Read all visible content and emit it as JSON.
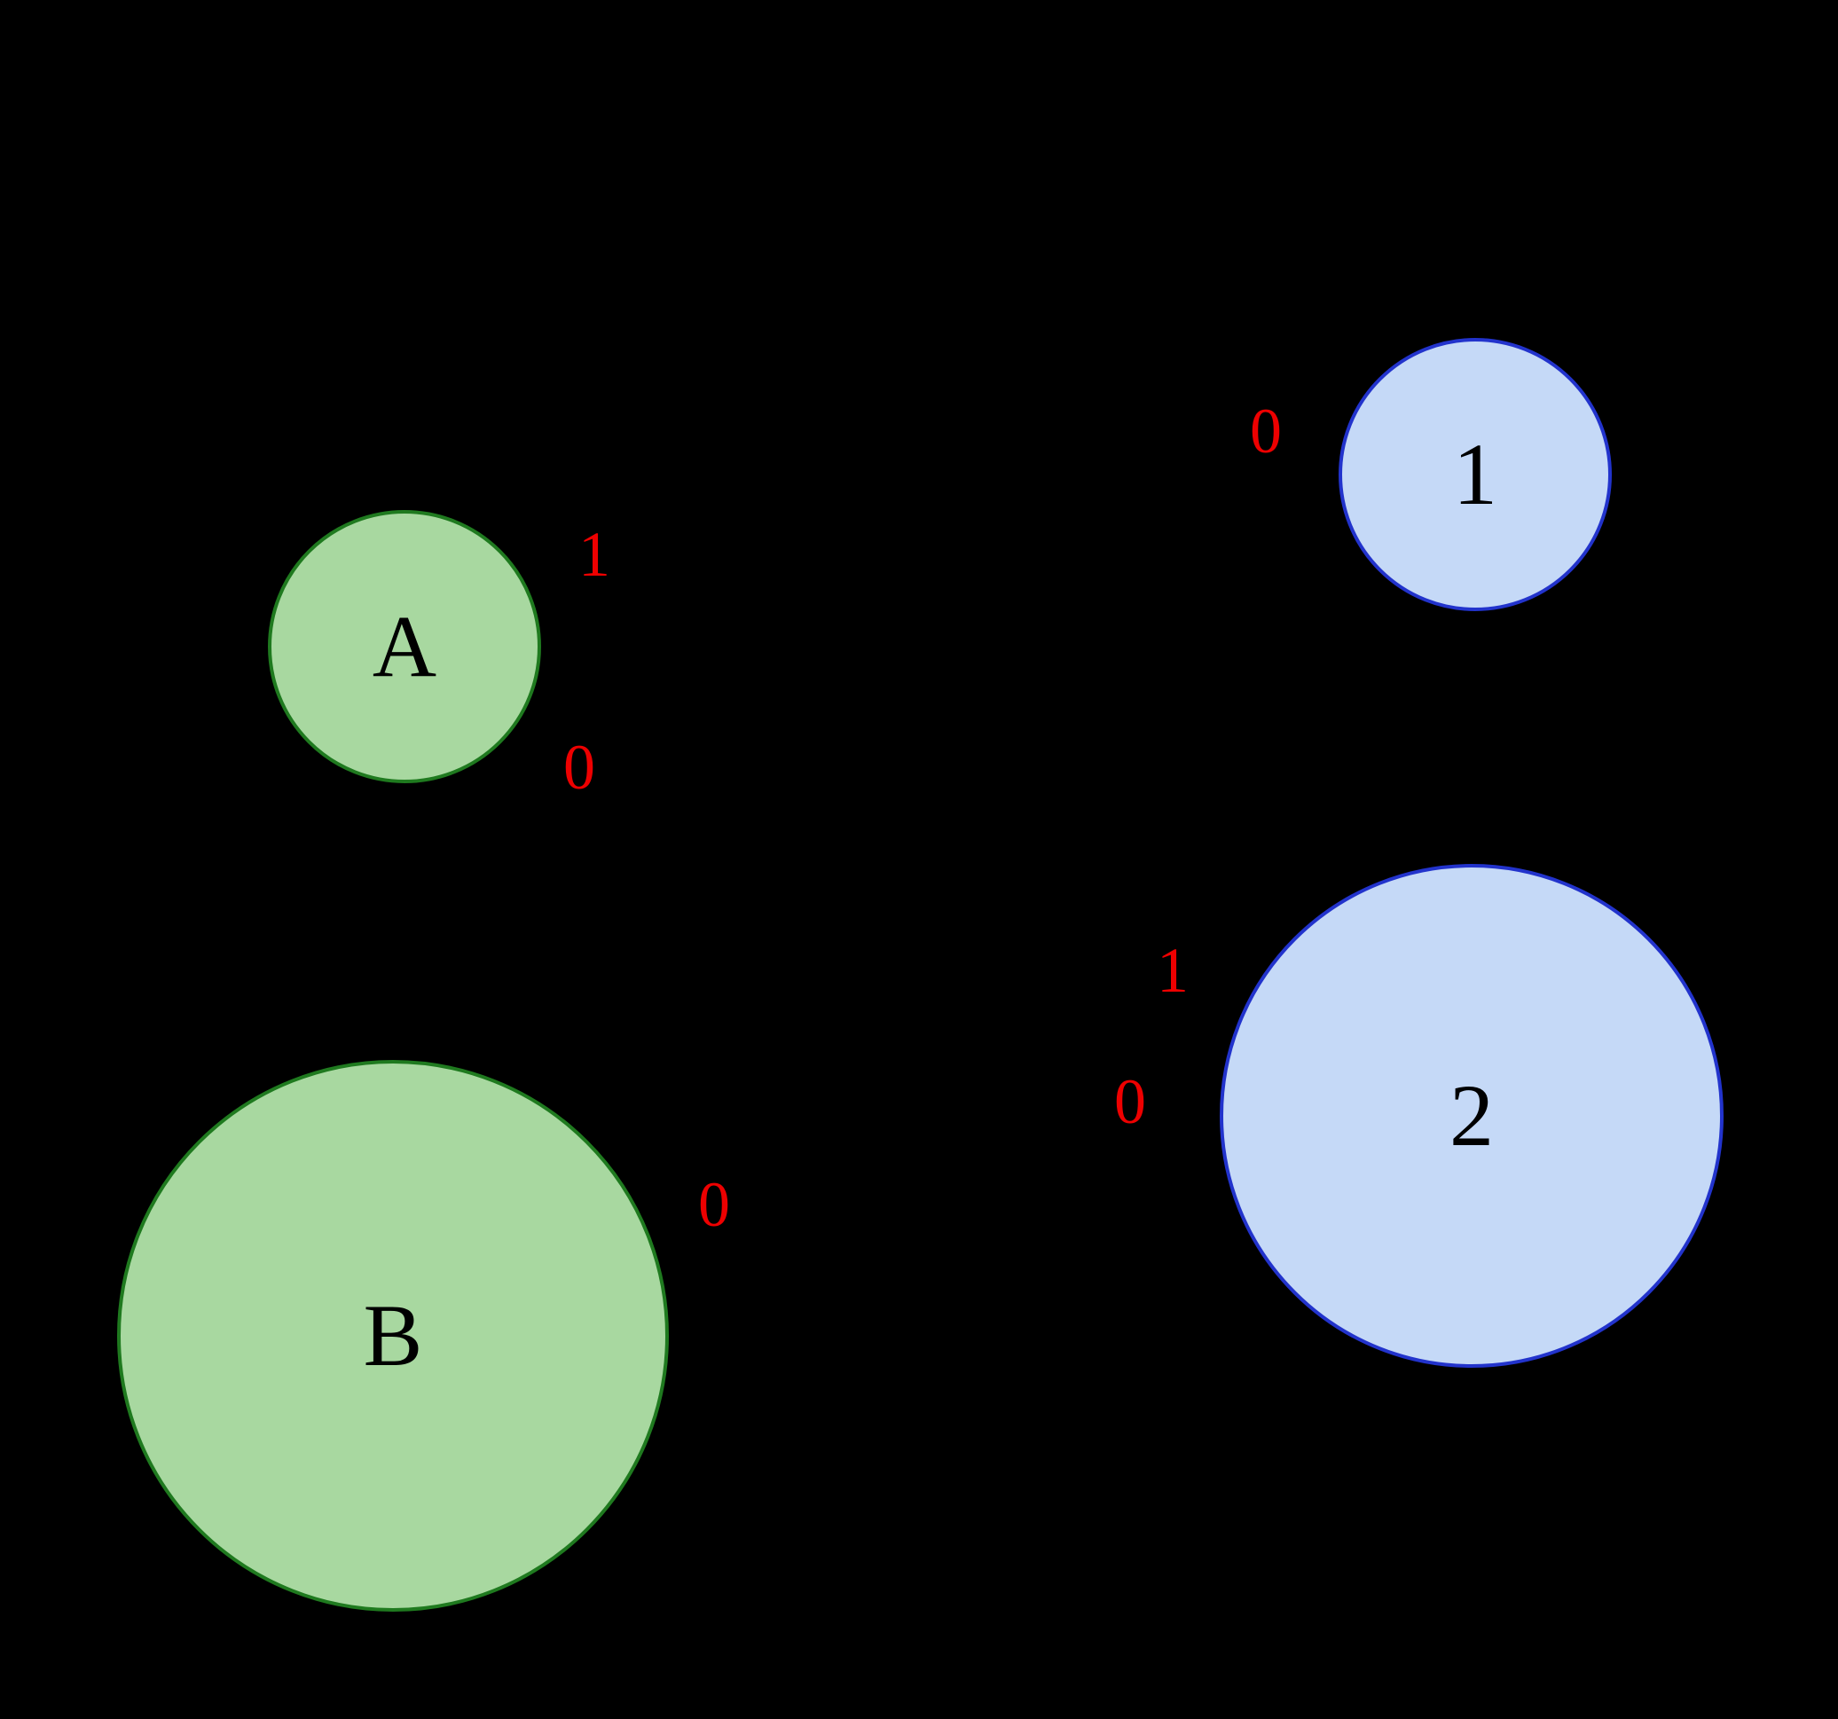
{
  "diagram": {
    "background_color": "#000000",
    "green_fill": "#a8d8a0",
    "green_stroke": "#1f7a1f",
    "blue_fill": "#c5d9f7",
    "blue_stroke": "#2233cc",
    "edge_label_color": "#ee0000",
    "node_label_color": "#000000"
  },
  "nodes": [
    {
      "label": "A",
      "color_group": "green",
      "size": "small"
    },
    {
      "label": "1",
      "color_group": "blue",
      "size": "small"
    },
    {
      "label": "B",
      "color_group": "green",
      "size": "large"
    },
    {
      "label": "2",
      "color_group": "blue",
      "size": "large"
    }
  ],
  "edge_labels": [
    {
      "text": "1",
      "near": "A-top-right"
    },
    {
      "text": "0",
      "near": "A-bottom-right"
    },
    {
      "text": "0",
      "near": "1-left"
    },
    {
      "text": "1",
      "near": "2-upper-left"
    },
    {
      "text": "0",
      "near": "2-left"
    },
    {
      "text": "0",
      "near": "B-upper-right"
    }
  ]
}
